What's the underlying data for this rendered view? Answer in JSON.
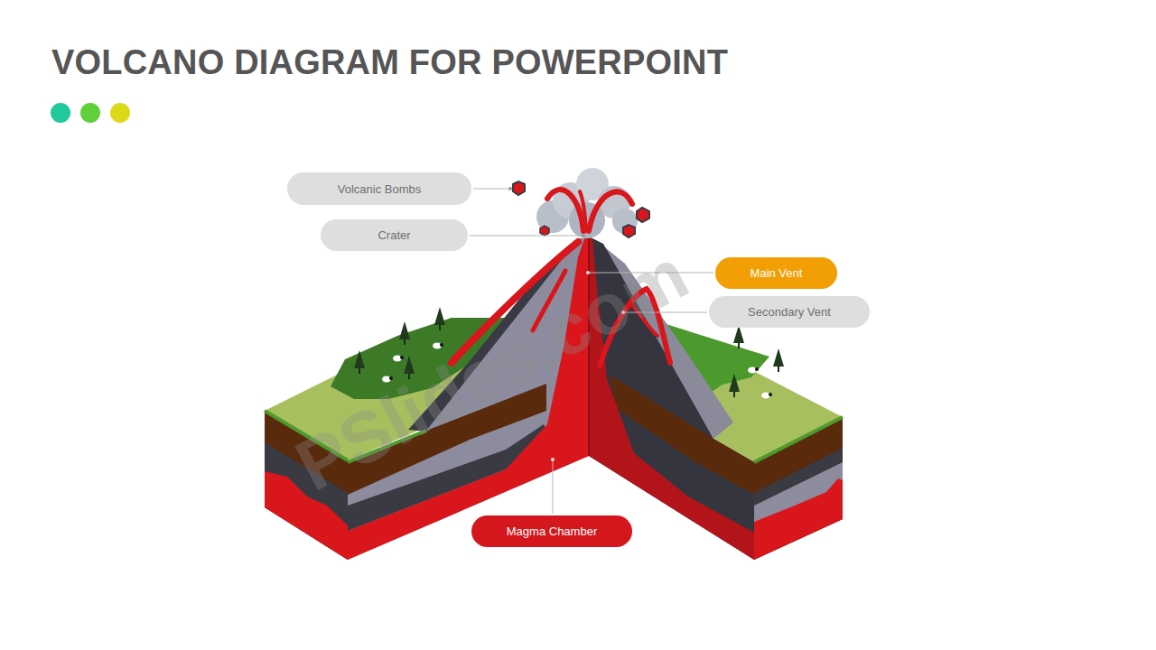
{
  "diagram": {
    "title": "VOLCANO DIAGRAM FOR POWERPOINT",
    "nodes": [
      {
        "text": [
          "Volcanic Bombs"
        ]
      },
      {
        "text": [
          "Crater"
        ]
      },
      {
        "text": [
          "Main Vent"
        ]
      },
      {
        "text": [
          "Secondary Vent"
        ]
      },
      {
        "text": [
          "Magma Chamber"
        ]
      }
    ],
    "labels": [
      "PSlides.com"
    ]
  }
}
